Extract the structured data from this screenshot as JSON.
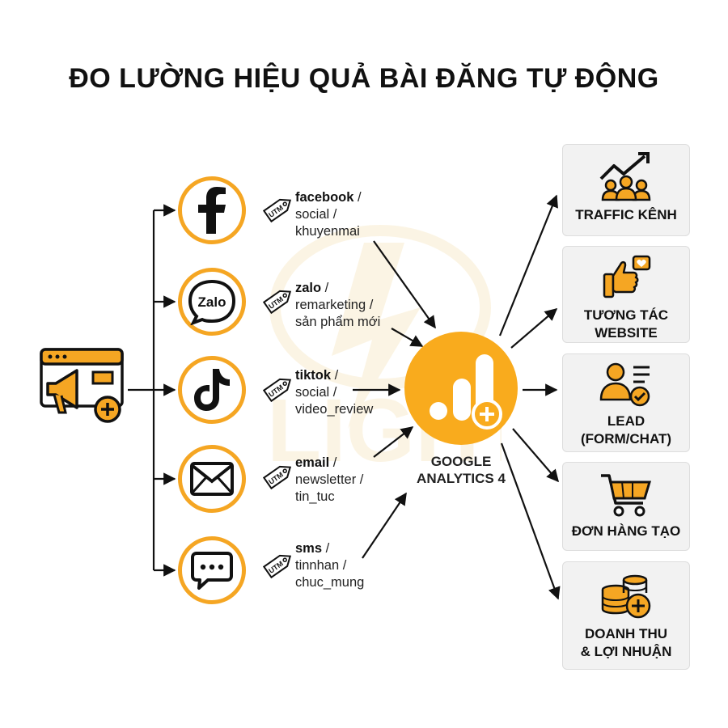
{
  "title": "ĐO LƯỜNG HIỆU QUẢ BÀI ĐĂNG TỰ ĐỘNG",
  "colors": {
    "accent": "#F5A623",
    "ga": "#F9AB1D",
    "text": "#111111",
    "card": "#f2f2f2"
  },
  "source": {
    "icon": "megaphone-browser-icon"
  },
  "channels": [
    {
      "icon": "facebook-icon",
      "tag": "UTM",
      "source": "facebook",
      "sep1": " /",
      "medium": "social /",
      "campaign": "khuyenmai"
    },
    {
      "icon": "zalo-icon",
      "icon_text": "Zalo",
      "tag": "UTM",
      "source": "zalo",
      "sep1": " /",
      "medium": "remarketing /",
      "campaign": "sản phẩm mới"
    },
    {
      "icon": "tiktok-icon",
      "tag": "UTM",
      "source": "tiktok",
      "sep1": " /",
      "medium": "social /",
      "campaign": "video_review"
    },
    {
      "icon": "email-icon",
      "tag": "UTM",
      "source": "email",
      "sep1": " /",
      "medium": "newsletter /",
      "campaign": "tin_tuc"
    },
    {
      "icon": "sms-chat-icon",
      "tag": "UTM",
      "source": "sms",
      "sep1": " /",
      "medium": "tinnhan /",
      "campaign": "chuc_mung"
    }
  ],
  "analytics": {
    "icon": "google-analytics-icon",
    "line1": "GOOGLE",
    "line2": "ANALYTICS 4"
  },
  "kpis": [
    {
      "icon": "traffic-growth-icon",
      "label": "TRAFFIC KÊNH"
    },
    {
      "icon": "thumbs-up-heart-icon",
      "label": "TƯƠNG TÁC\nWEBSITE"
    },
    {
      "icon": "lead-user-check-icon",
      "label": "LEAD\n(FORM/CHAT)"
    },
    {
      "icon": "shopping-cart-icon",
      "label": "ĐƠN HÀNG TẠO"
    },
    {
      "icon": "coins-plus-icon",
      "label": "DOANH THU\n& LỢI NHUẬN"
    }
  ]
}
